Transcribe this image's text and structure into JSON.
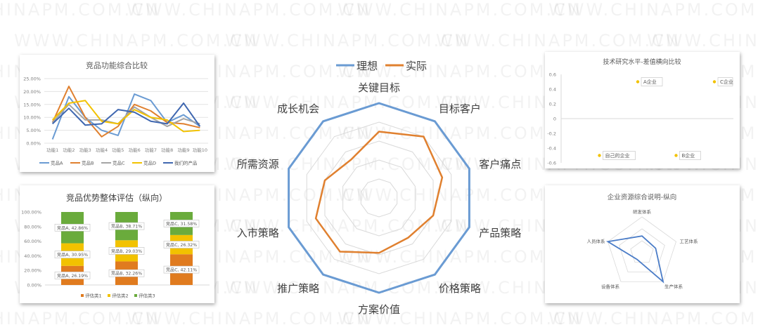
{
  "watermark": "WWW.CHINAPM.COM.CN",
  "chart_data": [
    {
      "id": "main-radar",
      "type": "radar",
      "title": "",
      "axes": [
        "关键目标",
        "目标客户",
        "客户痛点",
        "产品策略",
        "价格策略",
        "方案价值",
        "推广策略",
        "入市策略",
        "所需资源",
        "成长机会"
      ],
      "range": [
        0,
        5
      ],
      "rings": 5,
      "legend_position": "top",
      "series": [
        {
          "name": "理想",
          "color": "#6a9bd3",
          "values": [
            5,
            5,
            5,
            5,
            5,
            5,
            5,
            5,
            5,
            5
          ]
        },
        {
          "name": "实际",
          "color": "#e0802f",
          "values": [
            3.5,
            4,
            3.5,
            3,
            2.6,
            2.9,
            3.5,
            3.5,
            3,
            2.5
          ]
        }
      ]
    },
    {
      "id": "line-chart",
      "type": "line",
      "title": "竞品功能综合比较",
      "categories": [
        "功能1",
        "功能2",
        "功能3",
        "功能4",
        "功能5",
        "功能6",
        "功能7",
        "功能8",
        "功能9",
        "功能10"
      ],
      "yticks": [
        "0.00%",
        "5.00%",
        "10.00%",
        "15.00%",
        "20.00%",
        "25.00%"
      ],
      "ylim": [
        0,
        25
      ],
      "grid": true,
      "legend_position": "bottom",
      "series": [
        {
          "name": "竞品A",
          "color": "#6a9bd3",
          "values": [
            1.5,
            18,
            10,
            5,
            3,
            19,
            16.5,
            8,
            11,
            6.5
          ]
        },
        {
          "name": "竞品B",
          "color": "#e0802f",
          "values": [
            8,
            22,
            10,
            2.5,
            6.5,
            15,
            12.5,
            8,
            7.5,
            6
          ]
        },
        {
          "name": "竞品C",
          "color": "#a5a5a5",
          "values": [
            8,
            15,
            9,
            9,
            7.5,
            14,
            10,
            6.5,
            9.5,
            7.5
          ]
        },
        {
          "name": "竞品D",
          "color": "#f2c200",
          "values": [
            9,
            15.5,
            16.5,
            8.5,
            7.5,
            13,
            10,
            9,
            4.5,
            5
          ]
        },
        {
          "name": "我们的产品",
          "color": "#3f67b0",
          "values": [
            7.5,
            13.5,
            7,
            7.5,
            13,
            12,
            8.5,
            7.5,
            15.5,
            6.5
          ]
        }
      ]
    },
    {
      "id": "stacked-bar",
      "type": "bar",
      "stacked": true,
      "title": "竞品优势整体评估（纵向）",
      "categories": [
        "竞品A",
        "竞品B",
        "竞品C"
      ],
      "yticks": [
        "0.00%",
        "20.00%",
        "40.00%",
        "60.00%",
        "80.00%",
        "100.00%"
      ],
      "ylim": [
        0,
        100
      ],
      "legend_position": "bottom",
      "series": [
        {
          "name": "评估类1",
          "color": "#e07b1f",
          "values": [
            26.19,
            32.26,
            42.11
          ],
          "labels": [
            "竞品A, 26.19%",
            "竞品B, 32.26%",
            "竞品C, 42.11%"
          ]
        },
        {
          "name": "评估类2",
          "color": "#f2c200",
          "values": [
            30.95,
            29.03,
            26.32
          ],
          "labels": [
            "竞品A, 30.95%",
            "竞品B, 29.03%",
            "竞品C, 26.32%"
          ]
        },
        {
          "name": "评估类3",
          "color": "#6aab3c",
          "values": [
            42.86,
            38.71,
            31.58
          ],
          "labels": [
            "竞品A, 42.86%",
            "竞品B, 38.71%",
            "竞品C, 31.58%"
          ]
        }
      ]
    },
    {
      "id": "scatter",
      "type": "scatter",
      "title": "技术研究水平-差值横向比较",
      "yticks": [
        "-0.6",
        "-0.4",
        "-0.2",
        "0",
        "0.2",
        "0.4",
        "0.6"
      ],
      "ylim": [
        -0.6,
        0.6
      ],
      "color": "#f2c200",
      "points": [
        {
          "x": 1,
          "y": -0.5,
          "label": "自己的企业"
        },
        {
          "x": 2,
          "y": 0.5,
          "label": "A企业"
        },
        {
          "x": 3,
          "y": -0.5,
          "label": "B企业"
        },
        {
          "x": 4,
          "y": 0.5,
          "label": "C企业"
        }
      ]
    },
    {
      "id": "small-radar",
      "type": "radar",
      "title": "企业资源综合说明-纵向",
      "axes": [
        "研发体系",
        "工艺体系",
        "生产体系",
        "设备体系",
        "人员体系"
      ],
      "range": [
        0,
        3
      ],
      "rings": 3,
      "series": [
        {
          "color": "#4a7cc7",
          "values": [
            1.4,
            1.2,
            3,
            0.7,
            3
          ]
        }
      ]
    }
  ]
}
